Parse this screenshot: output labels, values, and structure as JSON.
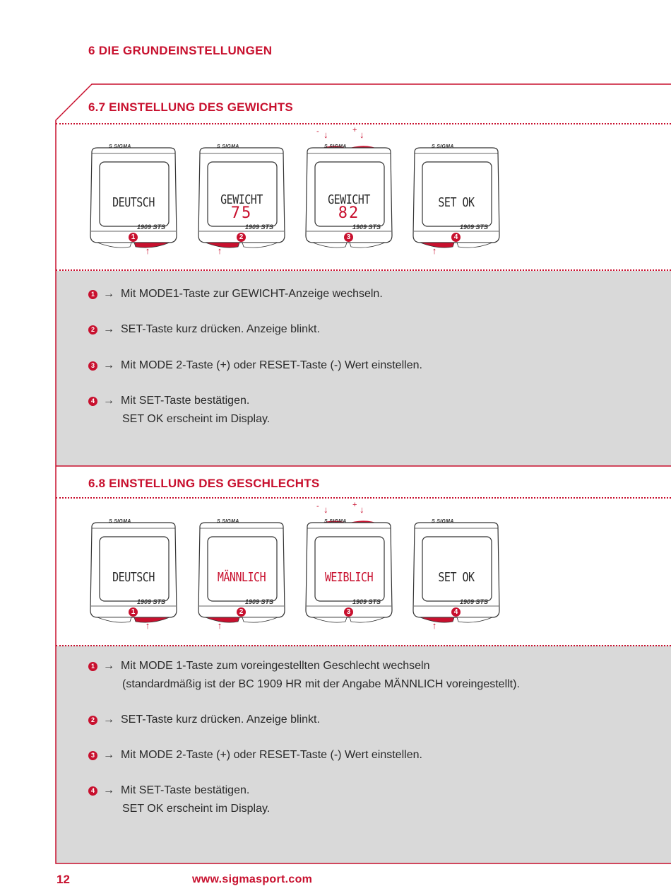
{
  "chapter_title": "6 DIE GRUNDEINSTELLUNGEN",
  "brand": "SIGMA",
  "model": "1909",
  "model_suffix": "STS",
  "sections": [
    {
      "title": "6.7 EINSTELLUNG DES GEWICHTS",
      "devices": [
        {
          "screen": "DEUTSCH",
          "step": "1"
        },
        {
          "screen": "GEWICHT",
          "value": "75",
          "step": "2"
        },
        {
          "screen": "GEWICHT",
          "value": "82",
          "step": "3"
        },
        {
          "screen": "SET OK",
          "step": "4"
        }
      ],
      "minus": "-",
      "plus": "+",
      "instructions": [
        {
          "num": "1",
          "text": "Mit MODE1-Taste zur GEWICHT-Anzeige wechseln.",
          "text2": ""
        },
        {
          "num": "2",
          "text": "SET-Taste kurz drücken. Anzeige blinkt.",
          "text2": ""
        },
        {
          "num": "3",
          "text": "Mit MODE 2-Taste (+) oder RESET-Taste (-) Wert einstellen.",
          "text2": ""
        },
        {
          "num": "4",
          "text": "Mit SET-Taste bestätigen.",
          "text2": "SET OK erscheint im Display."
        }
      ]
    },
    {
      "title": "6.8 EINSTELLUNG DES GESCHLECHTS",
      "devices": [
        {
          "screen": "DEUTSCH",
          "step": "1"
        },
        {
          "screen": "MÄNNLICH",
          "step": "2"
        },
        {
          "screen": "WEIBLICH",
          "step": "3"
        },
        {
          "screen": "SET OK",
          "step": "4"
        }
      ],
      "minus": "-",
      "plus": "+",
      "instructions": [
        {
          "num": "1",
          "text": "Mit MODE 1-Taste zum voreingestellten Geschlecht wechseln",
          "text2": "(standardmäßig ist der BC 1909 HR mit der Angabe MÄNNLICH voreingestellt)."
        },
        {
          "num": "2",
          "text": "SET-Taste kurz drücken. Anzeige blinkt.",
          "text2": ""
        },
        {
          "num": "3",
          "text": "Mit MODE 2-Taste (+) oder RESET-Taste (-) Wert einstellen.",
          "text2": ""
        },
        {
          "num": "4",
          "text": "Mit SET-Taste bestätigen.",
          "text2": "SET OK erscheint im Display."
        }
      ]
    }
  ],
  "footer": {
    "page_number": "12",
    "url": "www.sigmasport.com"
  },
  "colors": {
    "accent": "#c8102e",
    "panel": "#d9d9d9"
  }
}
